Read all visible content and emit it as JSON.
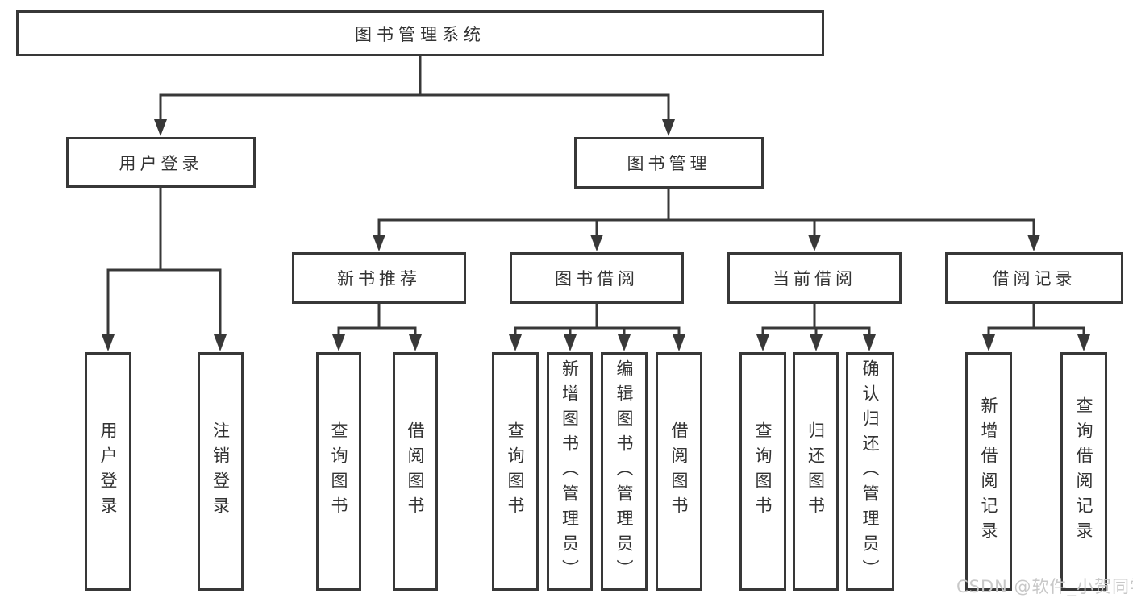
{
  "tree": {
    "root": "图书管理系统",
    "user_login": {
      "label": "用户登录",
      "children": [
        "用户登录",
        "注销登录"
      ]
    },
    "book_management": {
      "label": "图书管理",
      "new_book_recommend": {
        "label": "新书推荐",
        "children": [
          "查询图书",
          "借阅图书"
        ]
      },
      "book_borrow": {
        "label": "图书借阅",
        "children": [
          "查询图书",
          "新增图书（管理员）",
          "编辑图书（管理员）",
          "借阅图书"
        ]
      },
      "current_borrow": {
        "label": "当前借阅",
        "children": [
          "查询图书",
          "归还图书",
          "确认归还（管理员）"
        ]
      },
      "borrow_records": {
        "label": "借阅记录",
        "children": [
          "新增借阅记录",
          "查询借阅记录"
        ]
      }
    }
  },
  "watermark": "CSDN @软件_小贺同学",
  "colors": {
    "line": "#383838",
    "text": "#333333",
    "background": "#ffffff",
    "watermark": "#c8c8c8"
  }
}
